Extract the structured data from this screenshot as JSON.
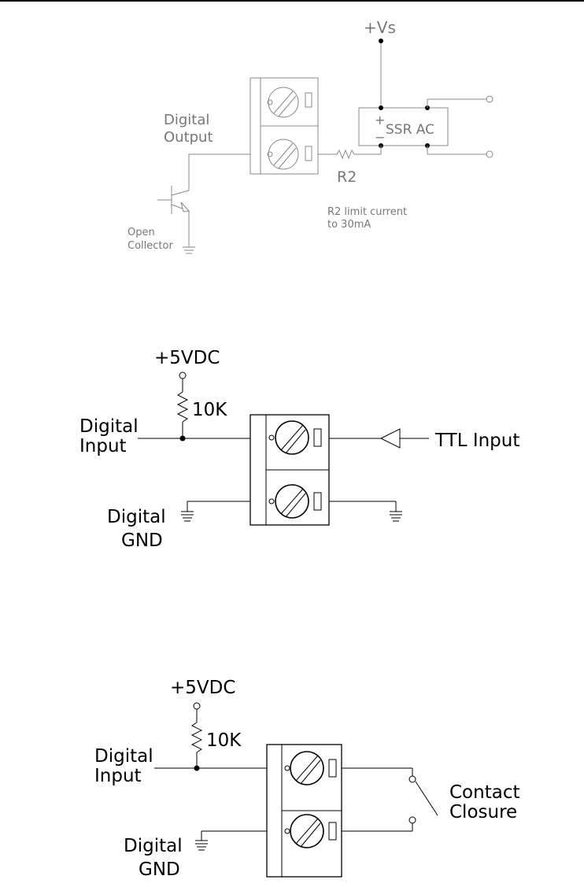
{
  "diagram1": {
    "supply_label": "+Vs",
    "output_label_line1": "Digital",
    "output_label_line2": "Output",
    "resistor_label": "R2",
    "ssr_label": "SSR AC",
    "plus_sign": "+",
    "minus_sign": "−",
    "transistor_label_line1": "Open",
    "transistor_label_line2": "Collector",
    "note_line1": "R2 limit current",
    "note_line2": "to 30mA"
  },
  "diagram2": {
    "supply_label": "+5VDC",
    "resistor_label": "10K",
    "input_label_line1": "Digital",
    "input_label_line2": "Input",
    "gnd_label_line1": "Digital",
    "gnd_label_line2": "GND",
    "ttl_label": "TTL Input"
  },
  "diagram3": {
    "supply_label": "+5VDC",
    "resistor_label": "10K",
    "input_label_line1": "Digital",
    "input_label_line2": "Input",
    "gnd_label_line1": "Digital",
    "gnd_label_line2": "GND",
    "switch_label_line1": "Contact",
    "switch_label_line2": "Closure"
  }
}
